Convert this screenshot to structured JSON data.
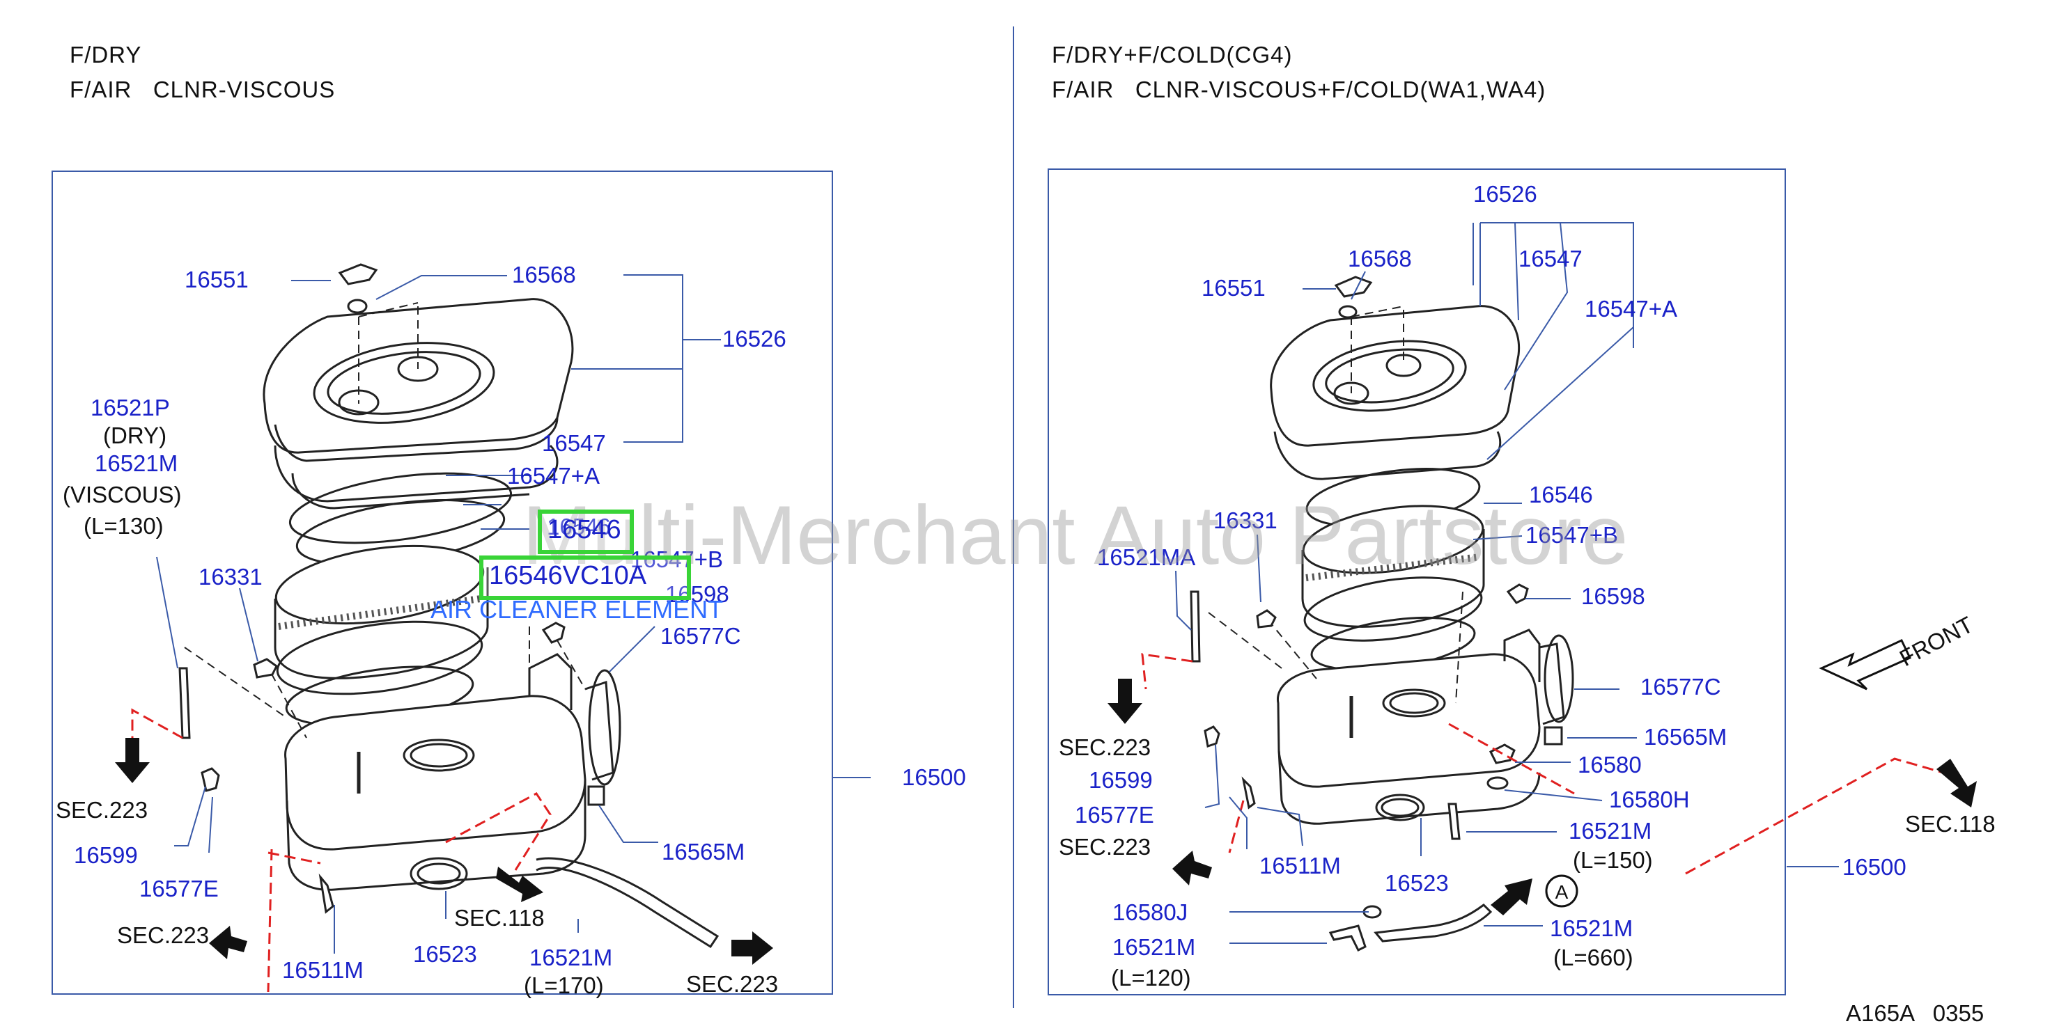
{
  "left": {
    "header_lines": [
      "F/DRY",
      "F/AIR   CLNR-VISCOUS"
    ],
    "part_labels": {
      "p16551": "16551",
      "p16568": "16568",
      "p16526": "16526",
      "p16521P": "16521P",
      "dry": "(DRY)",
      "p16521M": "16521M",
      "viscous": "(VISCOUS)",
      "l130": "(L=130)",
      "p16547": "16547",
      "p16547A": "16547+A",
      "p16546": "16546",
      "p16547B": "16547+B",
      "p16331": "16331",
      "p16598": "16598",
      "p16577C": "16577C",
      "p16500": "16500",
      "p16599": "16599",
      "p16577E": "16577E",
      "p16565M": "16565M",
      "sec118": "SEC.118",
      "p16523": "16523",
      "p16521M_2": "16521M",
      "l170": "(L=170)",
      "p16511M": "16511M"
    },
    "sec223": [
      "SEC.223",
      "SEC.223",
      "SEC.223"
    ]
  },
  "right": {
    "header_lines": [
      "F/DRY+F/COLD(CG4)",
      "F/AIR   CLNR-VISCOUS+F/COLD(WA1,WA4)"
    ],
    "part_labels": {
      "p16526": "16526",
      "p16568": "16568",
      "p16547": "16547",
      "p16551": "16551",
      "p16547A": "16547+A",
      "p16331": "16331",
      "p16546": "16546",
      "p16547B": "16547+B",
      "p16521MA": "16521MA",
      "p16598": "16598",
      "front": "FRONT",
      "p16577C": "16577C",
      "sec223a": "SEC.223",
      "p16565M": "16565M",
      "p16599": "16599",
      "p16580": "16580",
      "p16577E": "16577E",
      "p16580H": "16580H",
      "sec118": "SEC.118",
      "sec223b": "SEC.223",
      "p16521M": "16521M",
      "l150": "(L=150)",
      "p16511M": "16511M",
      "p16523": "16523",
      "p16500": "16500",
      "circleA": "A",
      "p16580J": "16580J",
      "p16521M_2": "16521M",
      "l660": "(L=660)",
      "p16521M_3": "16521M",
      "l120": "(L=120)"
    }
  },
  "footer_code": "A165A   0355",
  "overlay": {
    "watermark": "Multi-Merchant Auto Partstore",
    "highlight_1": "16546",
    "highlight_2": "16546VC10A",
    "caption": "AIR CLEANER ELEMENT"
  },
  "colors": {
    "label_blue": "#1a22c8",
    "frame_blue": "#3a5aa8",
    "hose_red": "#e02020",
    "highlight_green": "#39d437"
  }
}
